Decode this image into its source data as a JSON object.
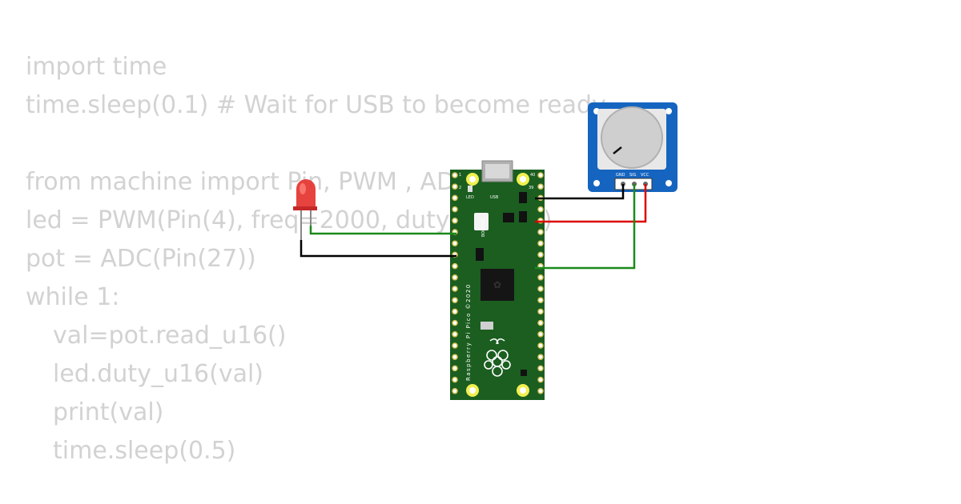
{
  "code": {
    "lines": [
      "import time",
      "time.sleep(0.1) # Wait for USB to become ready",
      "",
      "from machine import Pin, PWM , ADC",
      "led = PWM(Pin(4), freq=2000, duty_u16=0)",
      "pot = ADC(Pin(27))",
      "while 1:",
      "val=pot.read_u16()",
      "led.duty_u16(val)",
      "print(val)",
      "time.sleep(0.5)"
    ]
  },
  "board": {
    "name_text": "Raspberry Pi Pico ©2020",
    "led_label": "LED",
    "usb_label": "USB",
    "bootsel_label": "BOOTSEL",
    "pin_1": "1",
    "pin_2": "2",
    "pin_39": "39",
    "pin_40": "40",
    "color": "#1b5e20"
  },
  "potentiometer": {
    "gnd_label": "GND",
    "sig_label": "SIG",
    "vcc_label": "VCC",
    "color": "#1565c0"
  },
  "wires": {
    "gnd_color": "#000000",
    "vcc_color": "#dd0000",
    "signal_color": "#1a8a1a"
  },
  "led": {
    "color": "#e53935"
  }
}
